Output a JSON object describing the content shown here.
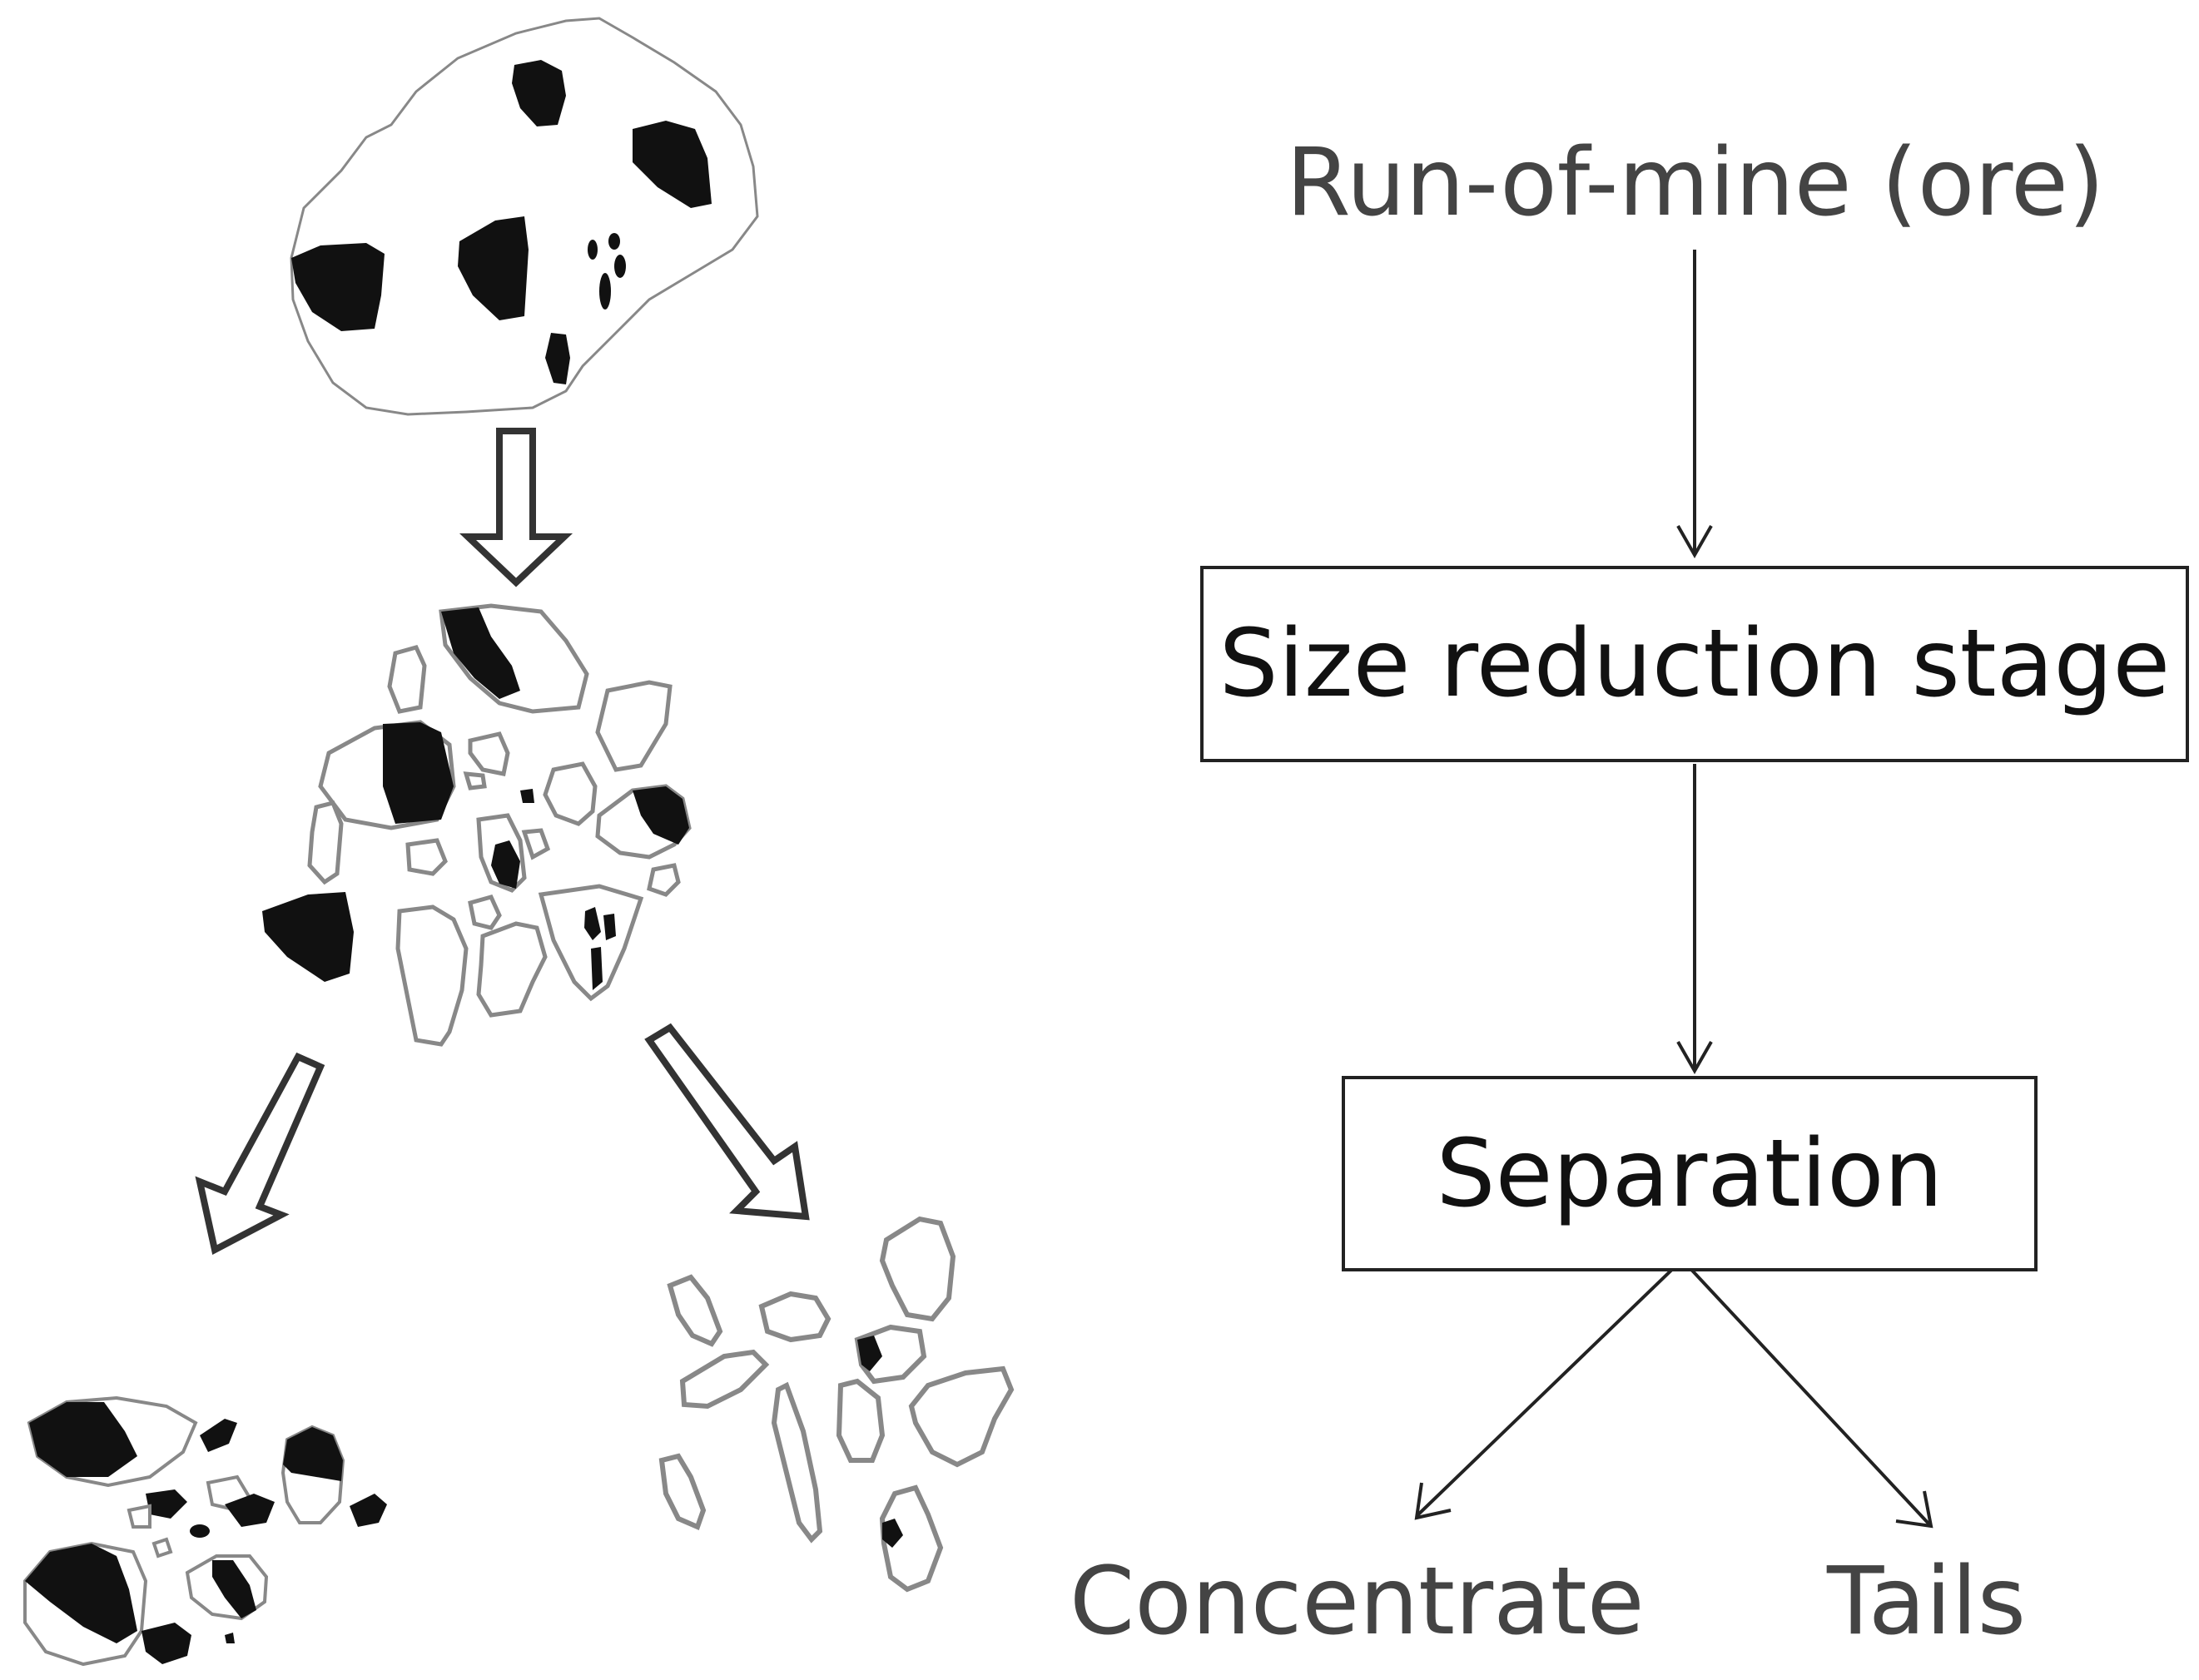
{
  "flow": {
    "input_label": "Run-of-mine (ore)",
    "stage1_label": "Size reduction stage",
    "stage2_label": "Separation",
    "output_left_label": "Concentrate",
    "output_right_label": "Tails"
  },
  "colors": {
    "ink": "#111111",
    "outline": "#666666",
    "arrow_outline": "#333333",
    "label_grey": "#444444",
    "background": "#ffffff"
  }
}
